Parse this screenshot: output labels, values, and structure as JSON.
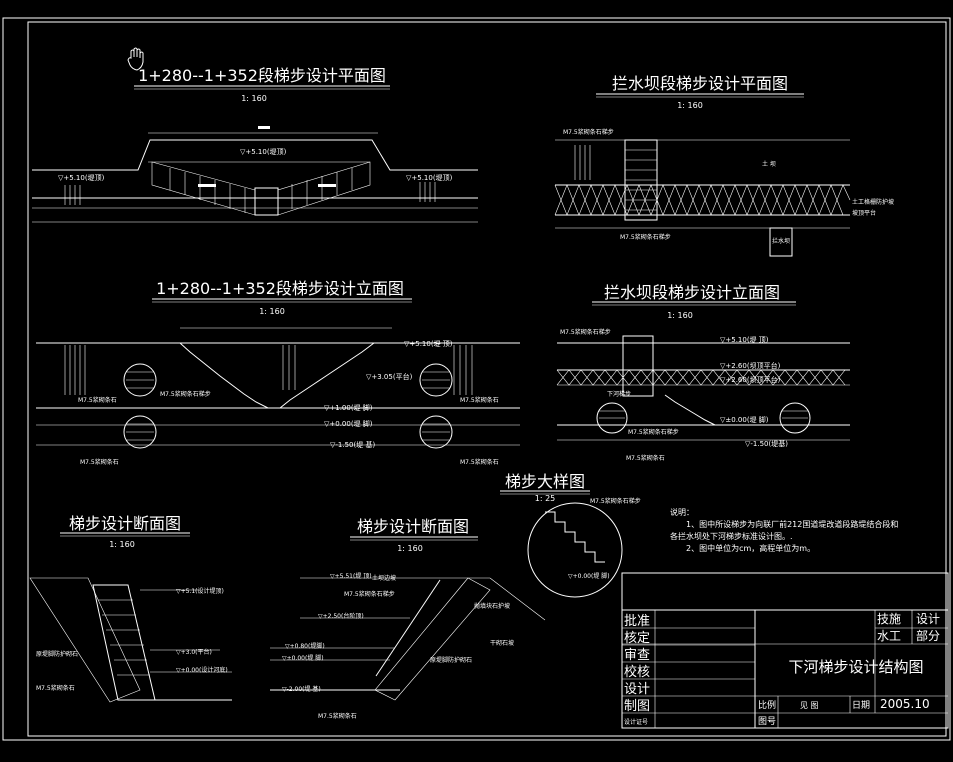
{
  "views": {
    "plan_a": {
      "title": "1+280--1+352段梯步设计平面图",
      "scale": "1: 160",
      "labels": {
        "top_level": "▽+5.10(堤顶)",
        "left_level": "▽+5.10(堤顶)",
        "right_level": "▽+5.10(堤顶)"
      }
    },
    "plan_b": {
      "title": "拦水坝段梯步设计平面图",
      "scale": "1: 160",
      "labels": {
        "m7_top": "M7.5浆砌条石梯步",
        "soil": "土  坝",
        "right1": "土工格栅防护坡",
        "right2": "坡顶平台",
        "m7_bottom": "M7.5浆砌条石梯步",
        "dam": "拦水坝"
      }
    },
    "elev_a": {
      "title": "1+280--1+352段梯步设计立面图",
      "scale": "1: 160",
      "labels": {
        "top_level": "▽+5.10(堤 顶)",
        "mid_level": "▽+3.05(平台)",
        "lvl1": "▽+1.00(堤 脚)",
        "lvl2": "▽+0.00(堤 脚)",
        "lvl3": "▽-1.50(堤 基)",
        "m7_a": "M7.5浆砌条石",
        "m7_b": "M7.5浆砌条石梯步",
        "m7_c": "M7.5浆砌条石",
        "m7_d": "M7.5浆砌条石",
        "m7_e": "M7.5浆砌条石"
      }
    },
    "elev_b": {
      "title": "拦水坝段梯步设计立面图",
      "scale": "1: 160",
      "labels": {
        "m7_top": "M7.5浆砌条石梯步",
        "top_level": "▽+5.10(堤 顶)",
        "lvl1": "▽+2.60(坝顶平台)",
        "lvl2": "▽+2.60(坝顶平台)",
        "lower": "下河梯步",
        "lvl3": "▽±0.00(堤 脚)",
        "lvl4": "▽-1.50(堤基)",
        "m7_mid": "M7.5浆砌条石梯步",
        "m7_bot": "M7.5浆砌条石"
      }
    },
    "detail": {
      "title": "梯步大样图",
      "scale": "1: 25",
      "label_top": "M7.5浆砌条石梯步",
      "label_level": "▽+0.00(堤 脚)"
    },
    "section_a": {
      "title": "梯步设计断面图",
      "scale": "1: 160",
      "labels": {
        "l1": "▽+5.1(设计堤顶)",
        "l2": "▽+3.0(平台)",
        "l3": "▽+0.00(设计河底)",
        "left1": "原堤脚防护砌石",
        "left2": "M7.5浆砌条石"
      }
    },
    "section_b": {
      "title": "梯步设计断面图",
      "scale": "1: 160",
      "labels": {
        "l1": "▽+5.51(堤 顶)",
        "l2": "M7.5浆砌条石梯步",
        "l3": "▽+2.50(台阶顶)",
        "l4": "▽+0.80(堤脚)",
        "l5": "▽±0.00(堤 脚)",
        "l6": "▽-2.00(堤 基)",
        "r1": "土坝边坡",
        "r2": "抛填块石护坡",
        "r3": "干砌石坡",
        "bot": "M7.5浆砌条石",
        "left": "原堤脚防护砌石"
      }
    }
  },
  "notes": {
    "heading": "说明：",
    "line1": "1、图中所设梯步为向联厂前212国道堤改道段路堤结合段和",
    "line2": "各拦水坝处下河梯步标准设计图。.",
    "line3": "2、图中单位为cm，高程单位为m。"
  },
  "title_block": {
    "approve": "批准",
    "verify": "核定",
    "review": "审查",
    "check": "校核",
    "design": "设计",
    "draw": "制图",
    "design_no": "设计证号",
    "dept_a": "技施",
    "dept_b": "设计",
    "dept_c": "水工",
    "dept_d": "部分",
    "drawing_title": "下河梯步设计结构图",
    "scale_label": "比例",
    "scale_value": "见  图",
    "date_label": "日期",
    "date_value": "2005.10",
    "drawing_no_label": "图号"
  }
}
